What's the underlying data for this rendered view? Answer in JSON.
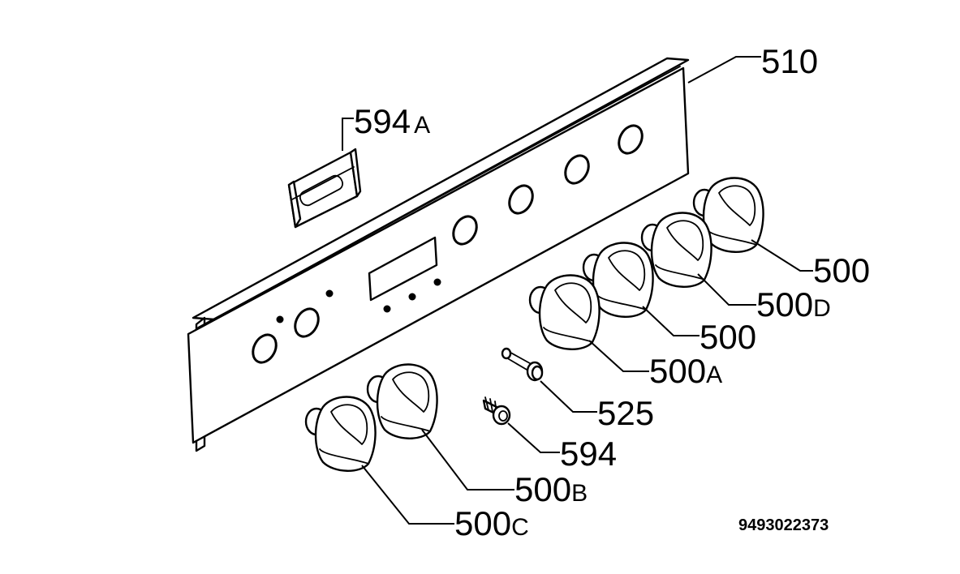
{
  "drawing_code": "9493022373",
  "callouts": {
    "panel": "510",
    "clip": {
      "number": "594",
      "suffix": "A"
    },
    "knob_top_right": {
      "number": "500",
      "suffix": ""
    },
    "knob_d": {
      "number": "500",
      "suffix": "D"
    },
    "knob_mid": {
      "number": "500",
      "suffix": ""
    },
    "knob_a": {
      "number": "500",
      "suffix": "A"
    },
    "shaft": {
      "number": "525",
      "suffix": ""
    },
    "screw": {
      "number": "594",
      "suffix": ""
    },
    "knob_b": {
      "number": "500",
      "suffix": "B"
    },
    "knob_c": {
      "number": "500",
      "suffix": "C"
    }
  },
  "colors": {
    "line": "#000000",
    "background": "#ffffff"
  }
}
